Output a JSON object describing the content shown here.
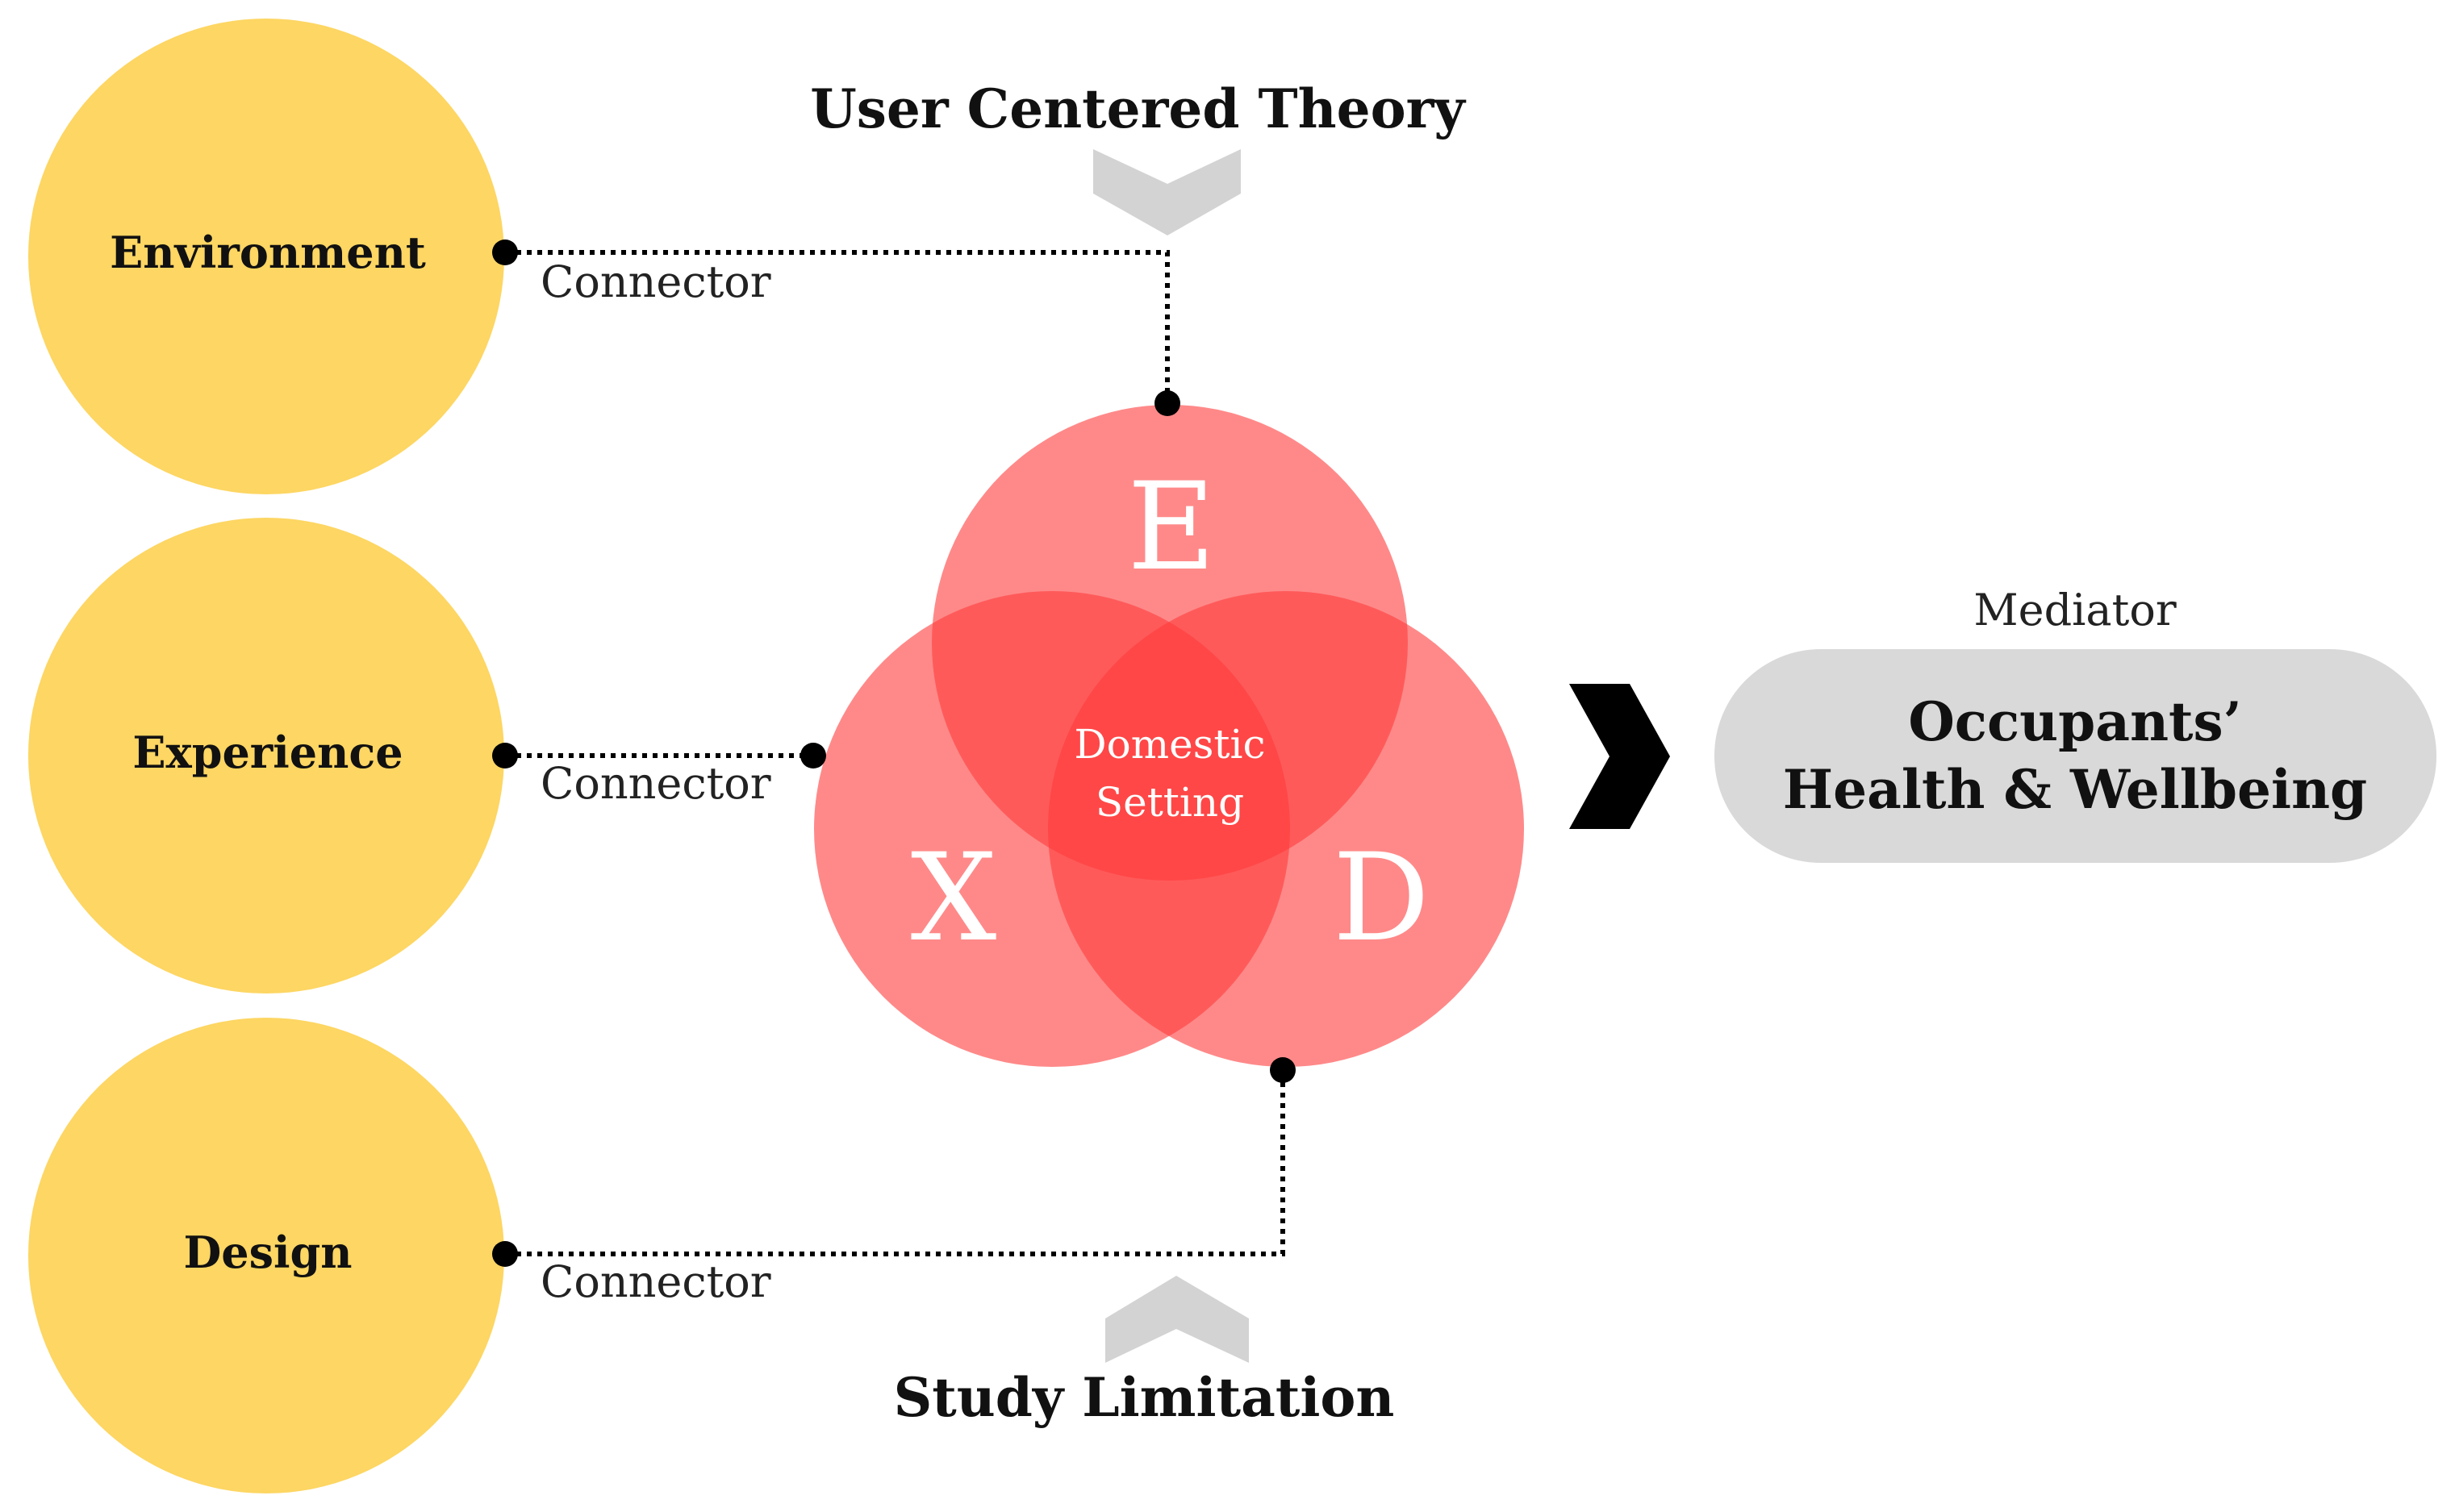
{
  "title_top": "User Centered Theory",
  "title_bottom": "Study Limitation",
  "factors": [
    {
      "label": "Environment",
      "connector_label": "Connector"
    },
    {
      "label": "Experience",
      "connector_label": "Connector"
    },
    {
      "label": "Design",
      "connector_label": "Connector"
    }
  ],
  "venn": {
    "top_letter": "E",
    "left_letter": "X",
    "right_letter": "D",
    "center_line1": "Domestic",
    "center_line2": "Setting"
  },
  "mediator": {
    "caption": "Mediator",
    "line1": "Occupants’",
    "line2": "Health & Wellbeing"
  },
  "colors": {
    "factor_circle": "#FDD663",
    "venn_fill": "#FF3B3B",
    "venn_center": "#FF1A1A",
    "pill": "#D9D9D9",
    "chevron_grey": "#D3D3D3",
    "arrow_black": "#000000",
    "connector": "#000000"
  }
}
